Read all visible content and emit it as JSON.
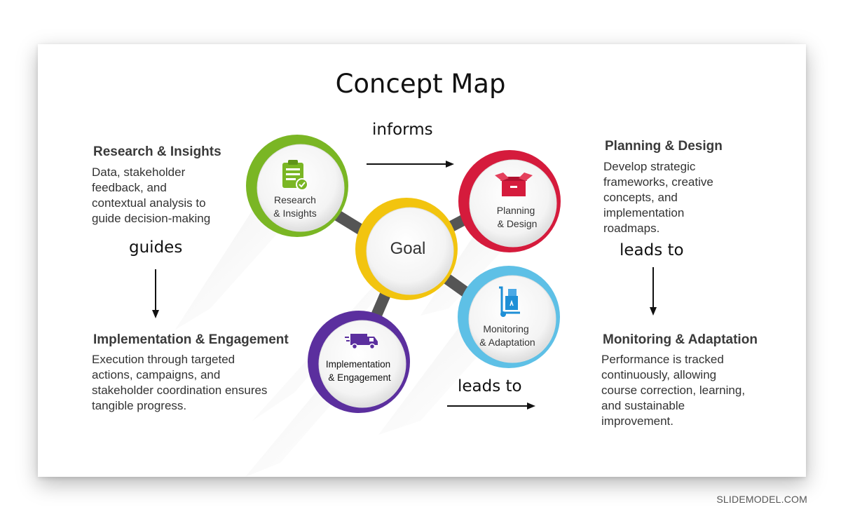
{
  "title": "Concept Map",
  "connectors": {
    "informs": "informs",
    "guides": "guides",
    "leads_to_right": "leads to",
    "leads_to_bottom": "leads to"
  },
  "blocks": {
    "research": {
      "heading": "Research & Insights",
      "lines": [
        "Data, stakeholder",
        "feedback, and",
        "contextual analysis to",
        "guide decision-making"
      ]
    },
    "planning": {
      "heading": "Planning & Design",
      "lines": [
        "Develop strategic",
        "frameworks, creative",
        "concepts, and",
        "implementation",
        "roadmaps."
      ]
    },
    "implementation": {
      "heading": "Implementation & Engagement",
      "lines": [
        "Execution through targeted",
        "actions, campaigns, and",
        "stakeholder coordination ensures",
        "tangible progress."
      ]
    },
    "monitoring": {
      "heading": "Monitoring & Adaptation",
      "lines": [
        "Performance is tracked",
        "continuously, allowing",
        "course correction, learning,",
        "and sustainable",
        "improvement."
      ]
    }
  },
  "circles": {
    "goal": "Goal",
    "research": [
      "Research",
      "& Insights"
    ],
    "planning": [
      "Planning",
      "& Design"
    ],
    "monitoring": [
      "Monitoring",
      "& Adaptation"
    ],
    "implementation": [
      "Implementation",
      "& Engagement"
    ]
  },
  "colors": {
    "goal": "#f2c40f",
    "research": "#7ab624",
    "planning": "#d51b3c",
    "monitoring": "#5ec0e6",
    "implementation": "#5b2f9e",
    "connector": "#555555"
  },
  "icons": {
    "research": "clipboard-check-icon",
    "planning": "box-icon",
    "monitoring": "hand-truck-icon",
    "implementation": "delivery-truck-icon"
  },
  "watermark": "SLIDEMODEL.COM"
}
